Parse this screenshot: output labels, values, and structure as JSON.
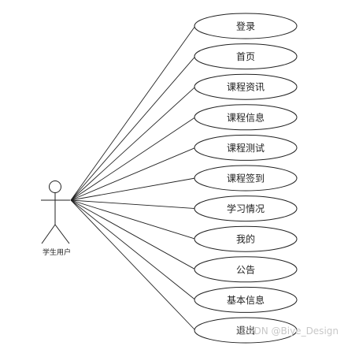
{
  "actor": {
    "label": "学生用户"
  },
  "use_cases": [
    {
      "label": "登录"
    },
    {
      "label": "首页"
    },
    {
      "label": "课程资讯"
    },
    {
      "label": "课程信息"
    },
    {
      "label": "课程测试"
    },
    {
      "label": "课程签到"
    },
    {
      "label": "学习情况"
    },
    {
      "label": "我的"
    },
    {
      "label": "公告"
    },
    {
      "label": "基本信息"
    },
    {
      "label": "退出"
    }
  ],
  "watermark": "CSDN @Biye_Design"
}
